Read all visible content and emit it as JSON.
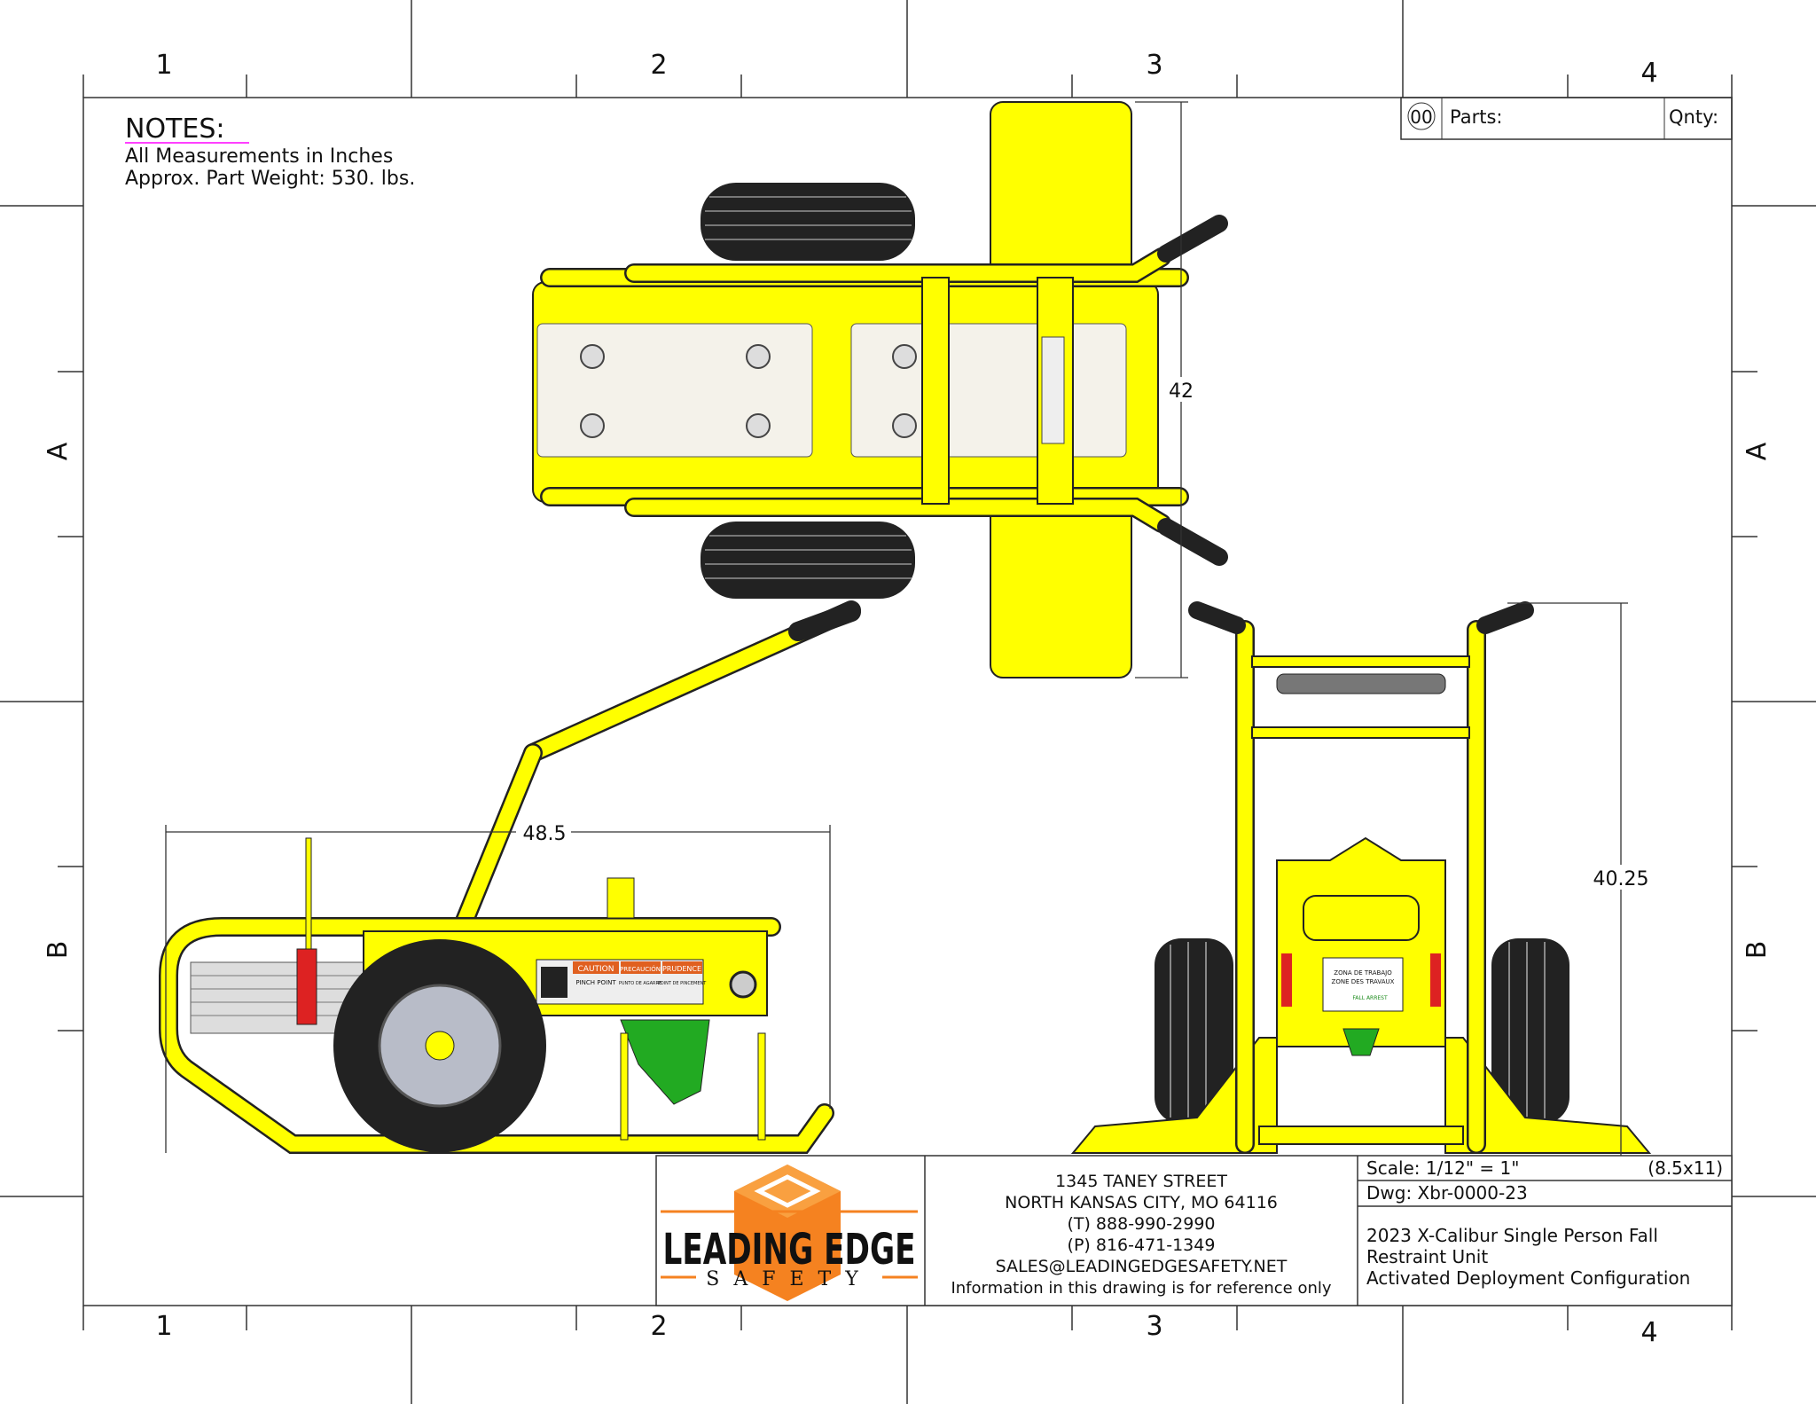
{
  "zones": {
    "columns": [
      "1",
      "2",
      "3",
      "4"
    ],
    "rows": [
      "A",
      "B"
    ]
  },
  "notes": {
    "heading": "NOTES:",
    "lines": [
      "All Measurements in Inches",
      "Approx. Part Weight: 530. lbs."
    ]
  },
  "parts_table": {
    "item_label": "00",
    "parts_label": "Parts:",
    "qty_label": "Qnty:"
  },
  "dimensions": {
    "top_width": "42",
    "side_length": "48.5",
    "front_height": "40.25"
  },
  "labels": {
    "caution": [
      "CAUTION",
      "PRECAUCIÓN",
      "PRUDENCE"
    ],
    "pinch": [
      "PINCH POINT",
      "PUNTO DE AGARRE",
      "POINT DE PINCEMENT"
    ],
    "work_zone": [
      "ZONA DE TRABAJO",
      "ZONE DES TRAVAUX",
      "FALL ARREST"
    ]
  },
  "title_block": {
    "logo": {
      "name": "LEADING EDGE",
      "sub": "SAFETY"
    },
    "address": [
      "1345 TANEY STREET",
      "NORTH KANSAS CITY, MO 64116",
      "(T) 888-990-2990",
      "(P) 816-471-1349",
      "SALES@LEADINGEDGESAFETY.NET",
      "Information in this drawing is for reference only"
    ],
    "scale": "Scale: 1/12\" = 1\"",
    "sheet": "(8.5x11)",
    "dwg": "Dwg: Xbr-0000-23",
    "title": [
      "2023 X-Calibur Single Person Fall",
      "Restraint Unit",
      "Activated Deployment Configuration"
    ]
  },
  "colors": {
    "frame": "#ffff00",
    "logo_orange": "#f58220",
    "notes_underline": "#ff00ff"
  }
}
